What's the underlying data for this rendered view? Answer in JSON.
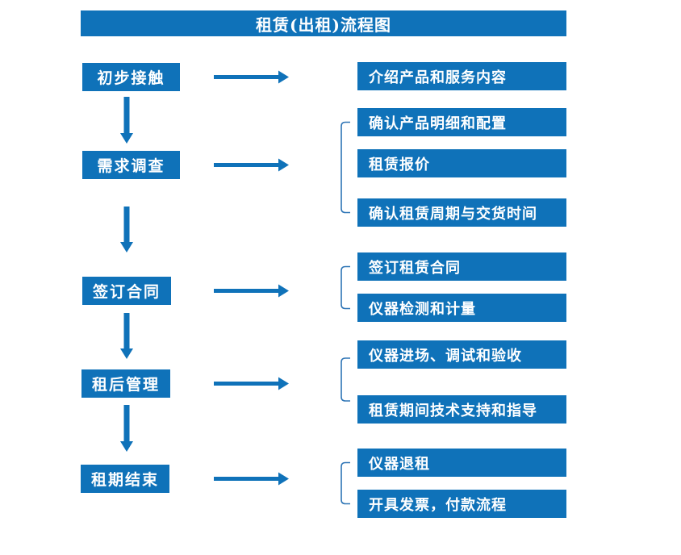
{
  "colors": {
    "primary_blue": "#0f72b9",
    "bracket_blue": "#2e75b6",
    "text_on_blue": "#ffffff",
    "background": "#ffffff"
  },
  "diagram": {
    "type": "flowchart",
    "title": "租赁(出租)流程图",
    "stages": [
      {
        "label": "初步接触",
        "details": [
          "介绍产品和服务内容"
        ]
      },
      {
        "label": "需求调查",
        "details": [
          "确认产品明细和配置",
          "租赁报价",
          "确认租赁周期与交货时间"
        ]
      },
      {
        "label": "签订合同",
        "details": [
          "签订租赁合同",
          "仪器检测和计量"
        ]
      },
      {
        "label": "租后管理",
        "details": [
          "仪器进场、调试和验收",
          "租赁期间技术支持和指导"
        ]
      },
      {
        "label": "租期结束",
        "details": [
          "仪器退租",
          "开具发票，付款流程"
        ]
      }
    ]
  }
}
